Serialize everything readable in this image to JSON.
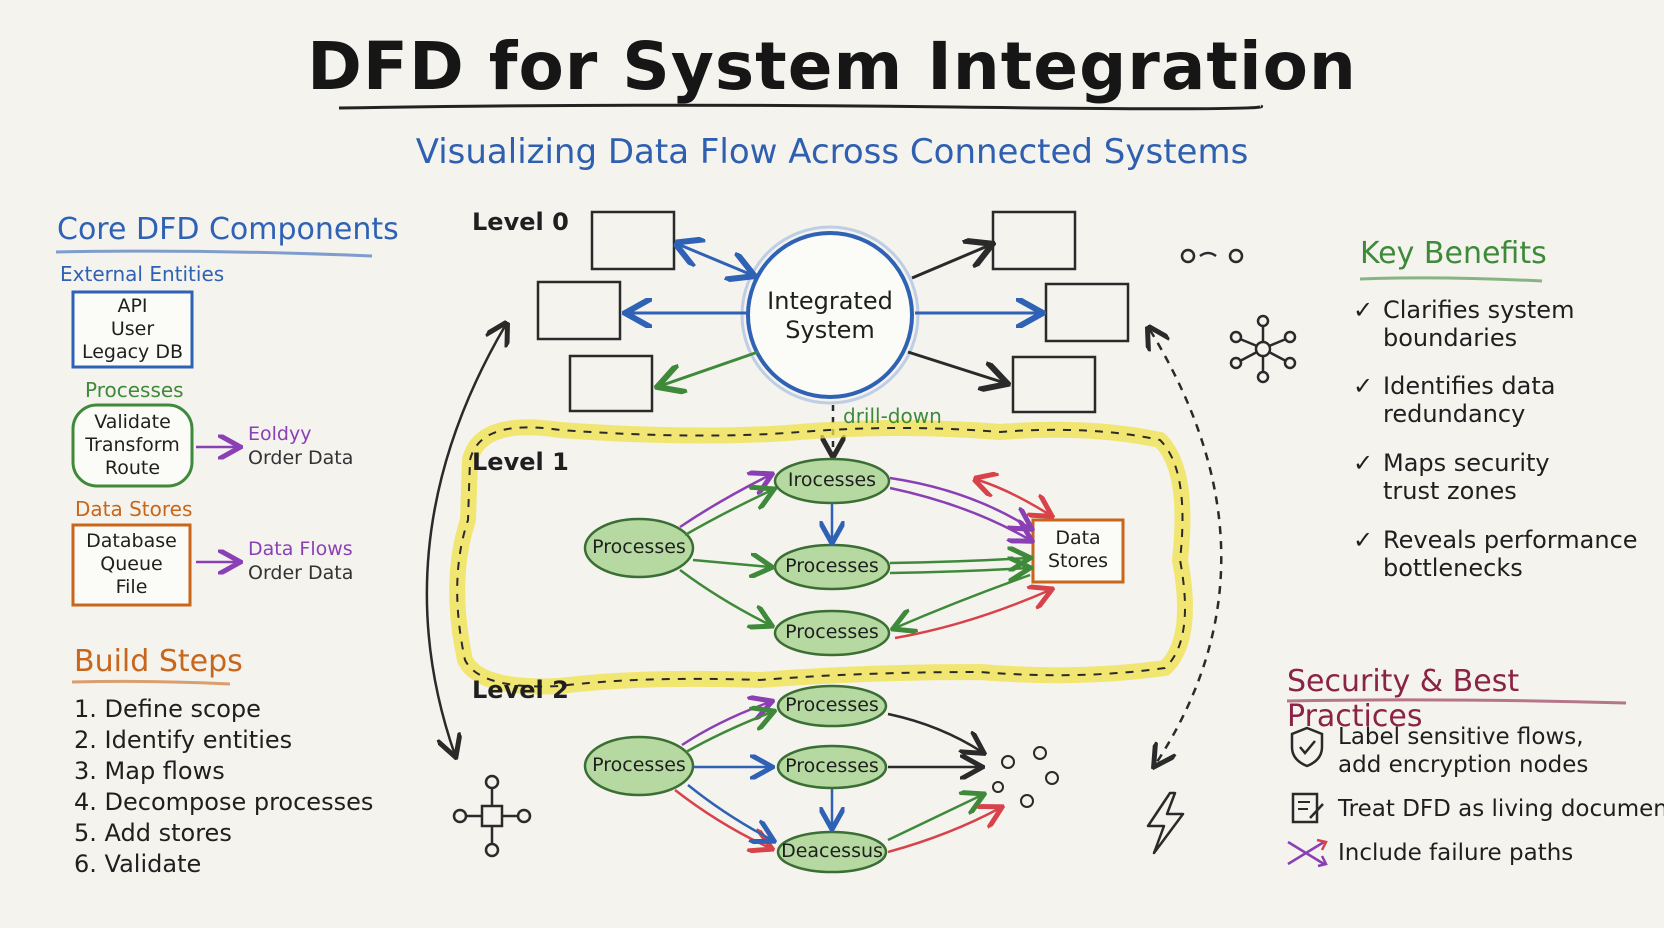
{
  "title": "DFD for System Integration",
  "subtitle": "Visualizing Data Flow Across Connected Systems",
  "core": {
    "heading": "Core DFD Components",
    "external_label": "External Entities",
    "external_items": [
      "API",
      "User",
      "Legacy DB"
    ],
    "processes_label": "Processes",
    "process_items": [
      "Validate",
      "Transform",
      "Route"
    ],
    "process_flow_lines": [
      "Eoldyy",
      "Order Data"
    ],
    "stores_label": "Data Stores",
    "store_items": [
      "Database",
      "Queue",
      "File"
    ],
    "store_flow_lines": [
      "Data Flows",
      "Order Data"
    ]
  },
  "build": {
    "heading": "Build Steps",
    "steps": [
      "1. Define scope",
      "2. Identify entities",
      "3. Map flows",
      "4. Decompose processes",
      "5. Add stores",
      "6. Validate"
    ]
  },
  "diagram": {
    "level0": "Level 0",
    "level1": "Level 1",
    "level2": "Level 2",
    "center_lines": [
      "Integrated",
      "System"
    ],
    "drilldown": "drill-down",
    "l1_left": "Processes",
    "l1_top": "Irocesses",
    "l1_mid": "Processes",
    "l1_bot": "Processes",
    "l1_store_lines": [
      "Data",
      "Stores"
    ],
    "l2_left": "Processes",
    "l2_top": "Processes",
    "l2_mid": "Processes",
    "l2_bot": "Deacessus"
  },
  "benefits": {
    "heading": "Key Benefits",
    "items": [
      [
        "Clarifies system",
        "boundaries"
      ],
      [
        "Identifies data",
        "redundancy"
      ],
      [
        "Maps security",
        "trust zones"
      ],
      [
        "Reveals performance",
        "bottlenecks"
      ]
    ]
  },
  "security": {
    "heading": "Security & Best Practices",
    "items": [
      [
        "Label sensitive flows,",
        "add encryption nodes"
      ],
      [
        "Treat DFD as living document"
      ],
      [
        "Include failure paths"
      ]
    ]
  },
  "icons": [
    "link-icon",
    "network-hub-icon",
    "integration-node-icon",
    "lightning-icon",
    "shield-check-icon",
    "document-edit-icon",
    "crossed-arrows-icon"
  ],
  "colors": {
    "title": "#161616",
    "subtitle": "#2f5fb0",
    "blue": "#2f62b5",
    "green": "#3f8a3a",
    "orange": "#c8661b",
    "maroon": "#8b2346",
    "purple": "#8a3fb5",
    "red": "#d8424a",
    "yellow": "#f2e24a",
    "pill_fill": "#b6d9a2"
  }
}
